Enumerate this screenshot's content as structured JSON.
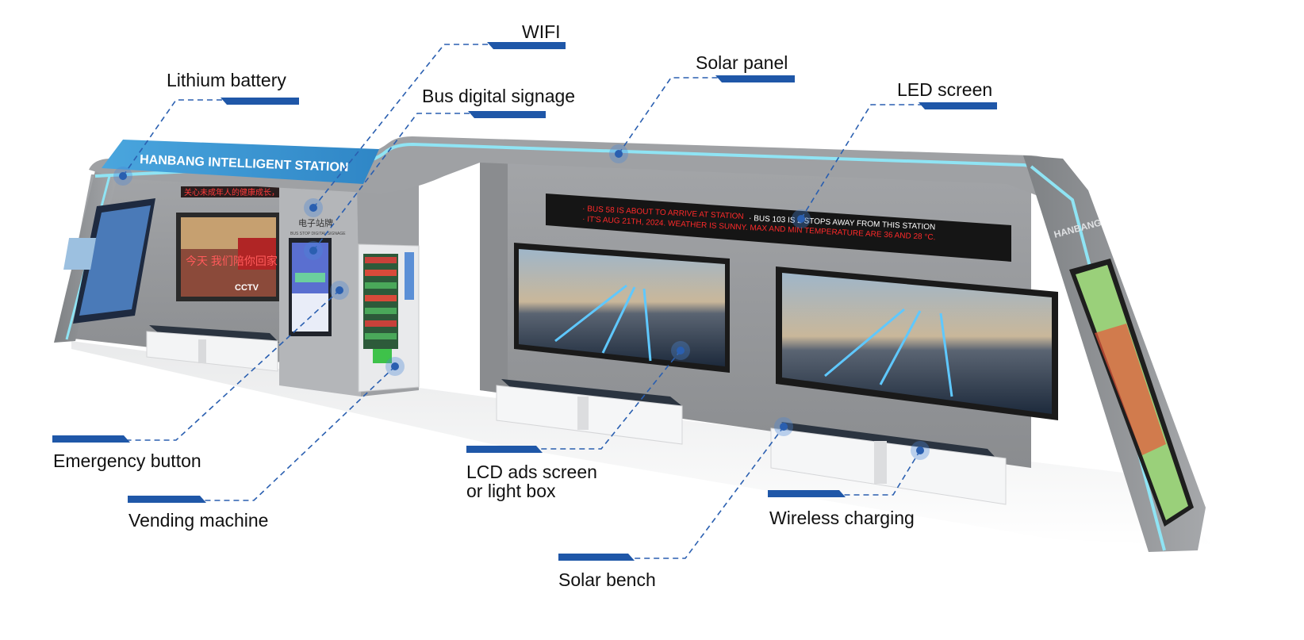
{
  "station": {
    "roof_sign": "HANBANG INTELLIGENT STATION",
    "kiosk_title": "电子站牌",
    "kiosk_subtitle": "BUS STOP DIGITAL SIGNAGE",
    "side_brand": "HANBANG",
    "red_ticker": "关心未成年人的健康成长，就是关爱",
    "poster_text": "今天  我们陪你回家",
    "poster_brand": "CCTV",
    "led_screen": {
      "line1_red": "· BUS 58 IS ABOUT TO ARRIVE AT STATION",
      "line1_white": "· BUS 103 IS 2 STOPS AWAY FROM THIS STATION",
      "line2_red": "· IT'S AUG 21TH, 2024. WEATHER IS SUNNY. MAX AND MIN TEMPERATURE ARE 36 AND 28 °C."
    },
    "colors": {
      "roof_sign_bg": "#3d9ad6",
      "accent_bar": "#1f57a8",
      "dashed_line": "#2a5fb0",
      "led_glow": "#8fe4f4",
      "shelter_gray": "#8e9093",
      "led_red": "#ff2a2a"
    }
  },
  "callouts": {
    "wifi": "WIFI",
    "lithium_battery": "Lithium battery",
    "bus_digital_signage": "Bus digital signage",
    "solar_panel": "Solar panel",
    "led_screen": "LED screen",
    "emergency_button": "Emergency button",
    "vending_machine": "Vending machine",
    "lcd_ads_line1": "LCD ads screen",
    "lcd_ads_line2": "or light box",
    "wireless_charging": "Wireless charging",
    "solar_bench": "Solar bench"
  }
}
